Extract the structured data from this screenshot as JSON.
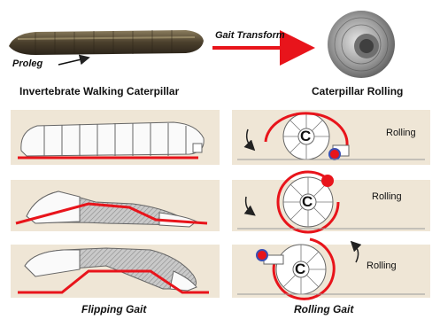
{
  "top": {
    "proleg_label": "Proleg",
    "gait_transform_label": "Gait Transform",
    "left_caption": "Invertebrate Walking Caterpillar",
    "right_caption": "Caterpillar Rolling"
  },
  "panels": {
    "rolling_label": "Rolling",
    "center_letter": "C"
  },
  "bottom": {
    "left_caption": "Flipping Gait",
    "right_caption": "Rolling Gait"
  },
  "colors": {
    "accent_red": "#e8141b",
    "panel_bg": "#efe6d6",
    "outline": "#666666",
    "hatch": "#9a9a9a",
    "dot_blue": "#3a4fb3"
  }
}
